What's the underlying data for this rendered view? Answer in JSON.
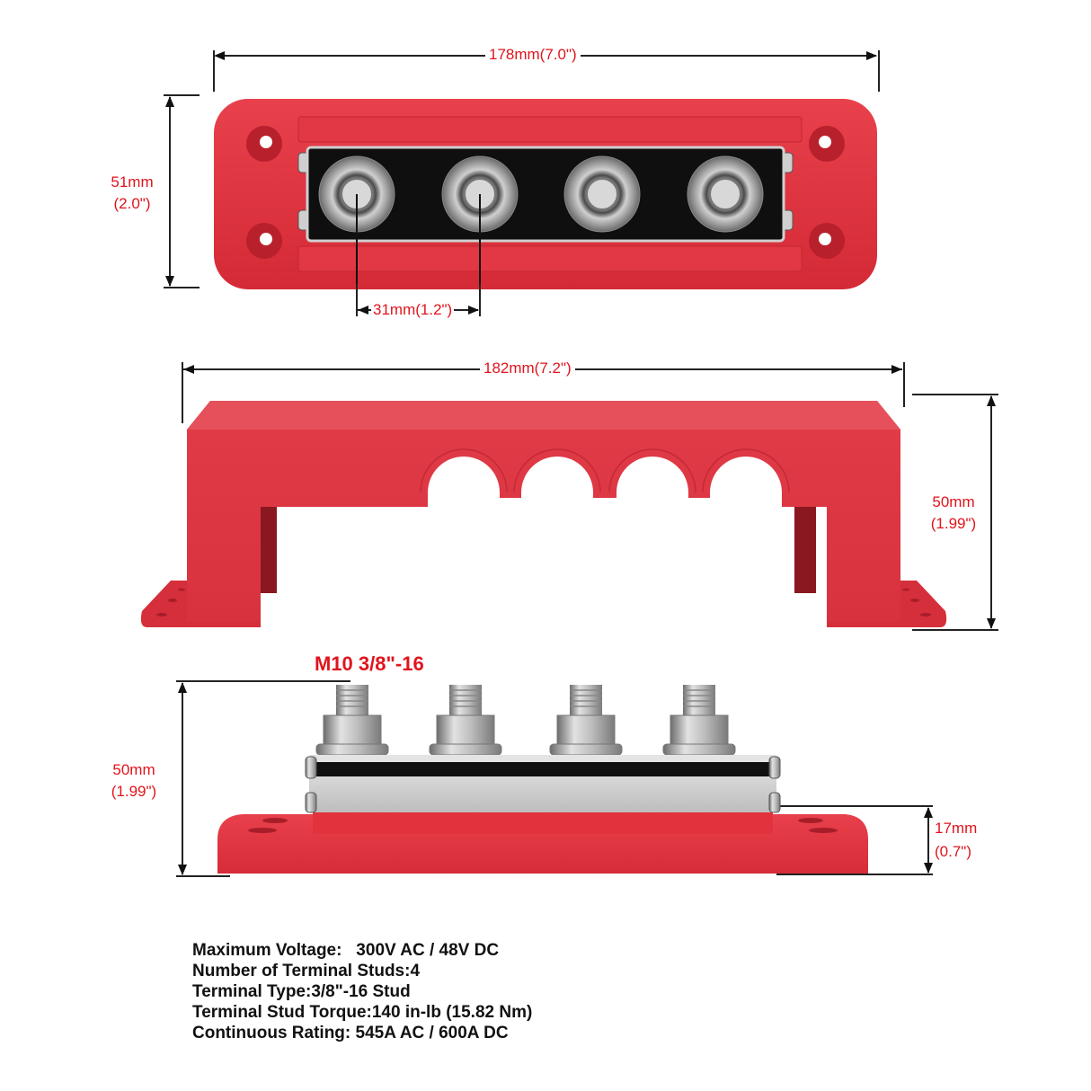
{
  "top_view": {
    "width_label": "178mm(7.0\")",
    "height_label_mm": "51mm",
    "height_label_in": "(2.0\")",
    "spacing_label": "31mm(1.2\")",
    "terminal_count": 4
  },
  "side_view": {
    "width_label": "182mm(7.2\")",
    "height_label_mm": "50mm",
    "height_label_in": "(1.99\")",
    "cover_openings": 4
  },
  "front_view": {
    "stud_label": "M10 3/8\"-16",
    "height_label_mm": "50mm",
    "height_label_in": "(1.99\")",
    "base_height_label_mm": "17mm",
    "base_height_label_in": "(0.7\")"
  },
  "specs": [
    {
      "label": "Maximum Voltage:",
      "value": "   300V AC / 48V DC"
    },
    {
      "label": "Number of Terminal Studs:",
      "value": "4"
    },
    {
      "label": "Terminal Type:",
      "value": "3/8\"-16 Stud"
    },
    {
      "label": "Terminal Stud Torque:",
      "value": "140 in-lb (15.82 Nm)"
    },
    {
      "label": "Continuous Rating:",
      "value": " 545A AC / 600A DC"
    }
  ],
  "colors": {
    "product_red": "#e0303c",
    "dimension_text": "#e0141c",
    "busbar_black": "#111111",
    "metal": "#c8c8c8"
  }
}
